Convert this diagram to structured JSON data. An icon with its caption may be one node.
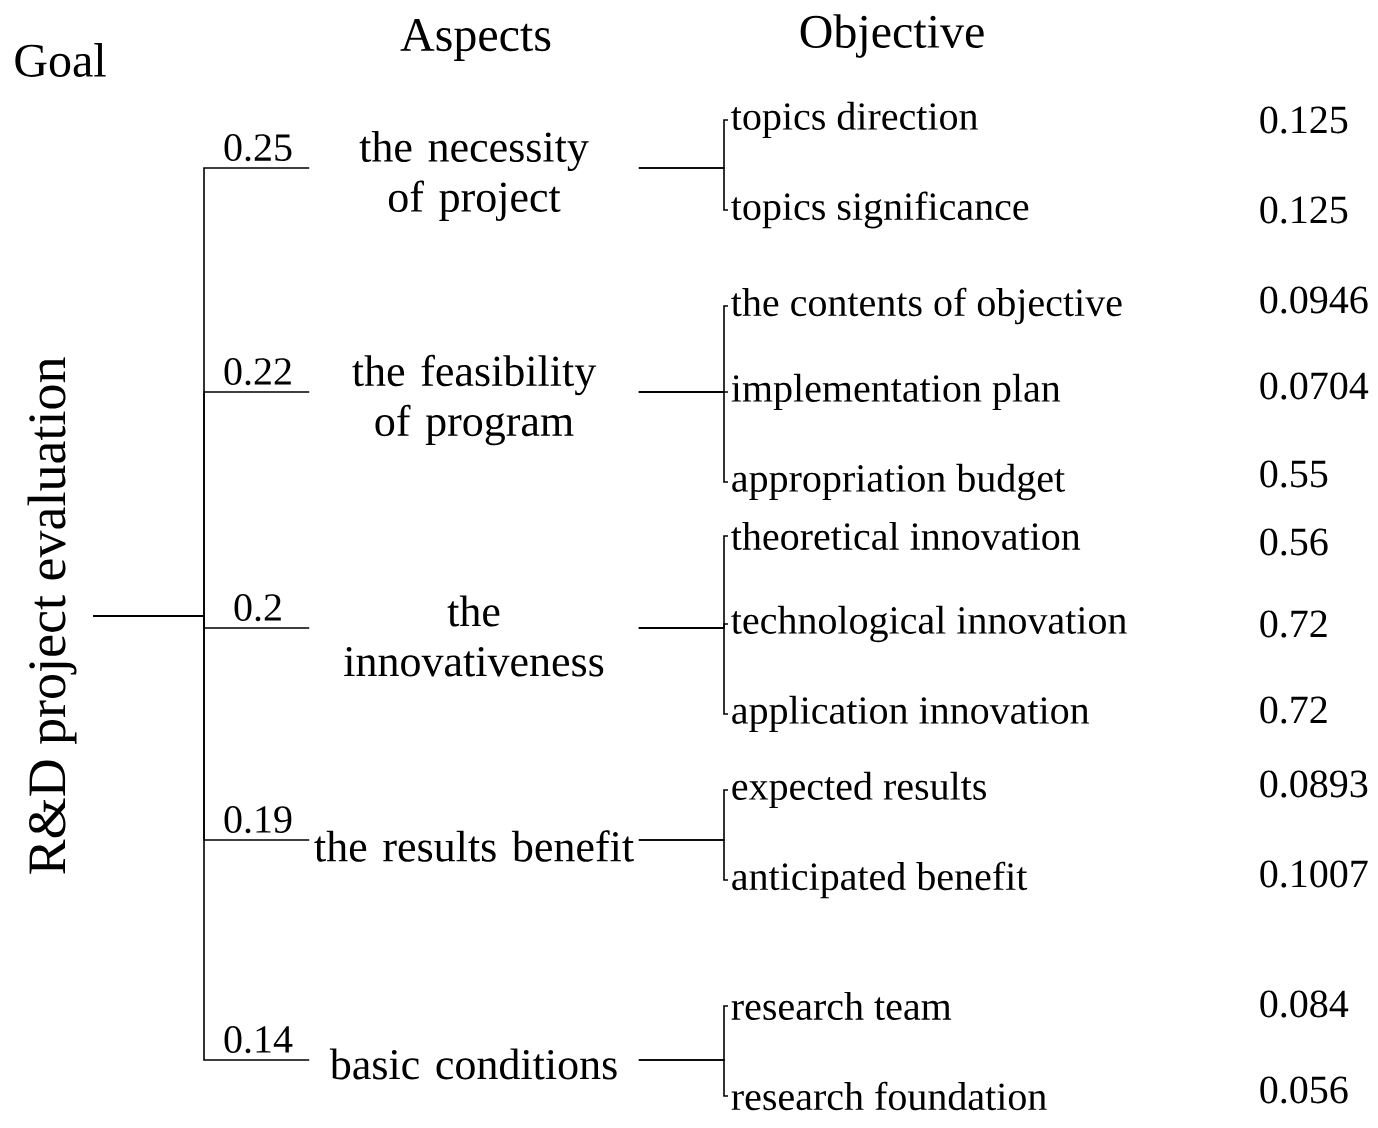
{
  "diagram": {
    "nodes": [
      {
        "text": [
          "R&D project evaluation"
        ]
      },
      {
        "text": [
          "the necessity of project"
        ]
      },
      {
        "text": [
          "the feasibility of program"
        ]
      },
      {
        "text": [
          "the innovativeness"
        ]
      },
      {
        "text": [
          "the results benefit"
        ]
      },
      {
        "text": [
          "basic conditions"
        ]
      },
      {
        "text": [
          "topics direction"
        ]
      },
      {
        "text": [
          "topics significance"
        ]
      },
      {
        "text": [
          "the contents of objective"
        ]
      },
      {
        "text": [
          "implementation plan"
        ]
      },
      {
        "text": [
          "appropriation budget"
        ]
      },
      {
        "text": [
          "theoretical innovation"
        ]
      },
      {
        "text": [
          "technological innovation"
        ]
      },
      {
        "text": [
          "application innovation"
        ]
      },
      {
        "text": [
          "expected results"
        ]
      },
      {
        "text": [
          "anticipated benefit"
        ]
      },
      {
        "text": [
          "research team"
        ]
      },
      {
        "text": [
          "research foundation"
        ]
      }
    ],
    "edges": [
      {
        "from": 0,
        "to": 1,
        "arrow": "none",
        "label": "0.25"
      },
      {
        "from": 0,
        "to": 2,
        "arrow": "none",
        "label": "0.22"
      },
      {
        "from": 0,
        "to": 3,
        "arrow": "none",
        "label": "0.2"
      },
      {
        "from": 0,
        "to": 4,
        "arrow": "none",
        "label": "0.19"
      },
      {
        "from": 0,
        "to": 5,
        "arrow": "none",
        "label": "0.14"
      },
      {
        "from": 1,
        "to": 6,
        "arrow": "none"
      },
      {
        "from": 1,
        "to": 7,
        "arrow": "none"
      },
      {
        "from": 2,
        "to": 8,
        "arrow": "none"
      },
      {
        "from": 2,
        "to": 9,
        "arrow": "none"
      },
      {
        "from": 2,
        "to": 10,
        "arrow": "none"
      },
      {
        "from": 3,
        "to": 11,
        "arrow": "none"
      },
      {
        "from": 3,
        "to": 12,
        "arrow": "none"
      },
      {
        "from": 3,
        "to": 13,
        "arrow": "none"
      },
      {
        "from": 4,
        "to": 14,
        "arrow": "none"
      },
      {
        "from": 4,
        "to": 15,
        "arrow": "none"
      },
      {
        "from": 5,
        "to": 16,
        "arrow": "none"
      },
      {
        "from": 5,
        "to": 17,
        "arrow": "none"
      }
    ],
    "labels": [
      "Goal",
      "Aspects",
      "Objective",
      "0.125",
      "0.125",
      "0.0946",
      "0.0704",
      "0.55",
      "0.56",
      "0.72",
      "0.72",
      "0.0893",
      "0.1007",
      "0.084",
      "0.056"
    ]
  }
}
